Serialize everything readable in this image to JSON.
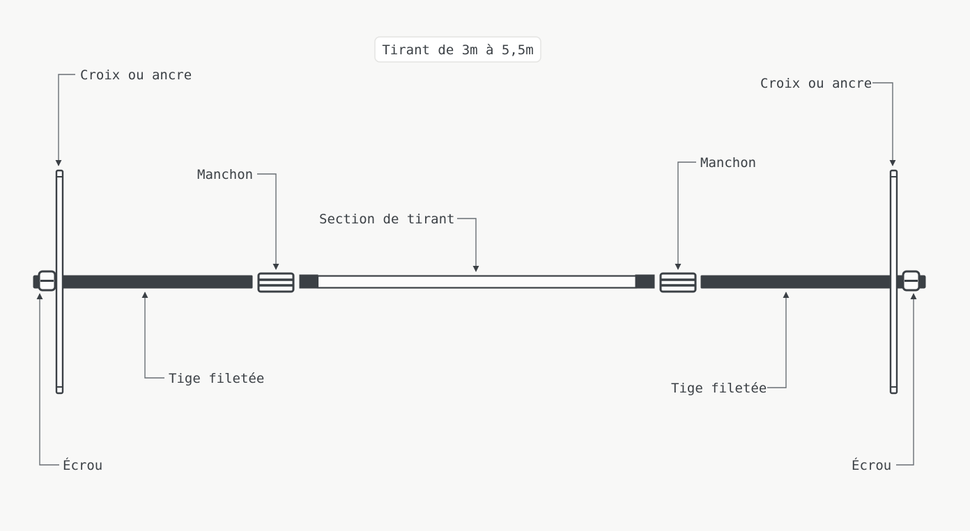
{
  "title": "Tirant de 3m à 5,5m",
  "labels": {
    "croix_left": "Croix ou ancre",
    "croix_right": "Croix ou ancre",
    "manchon_left": "Manchon",
    "manchon_right": "Manchon",
    "section": "Section de tirant",
    "tige_left": "Tige filetée",
    "tige_right": "Tige filetée",
    "ecrou_left": "Écrou",
    "ecrou_right": "Écrou"
  },
  "colors": {
    "bg": "#f8f8f7",
    "ink": "#3b4045",
    "paper": "#fcfcfc",
    "leader": "#686e74",
    "title_border": "#e4e4e2"
  }
}
